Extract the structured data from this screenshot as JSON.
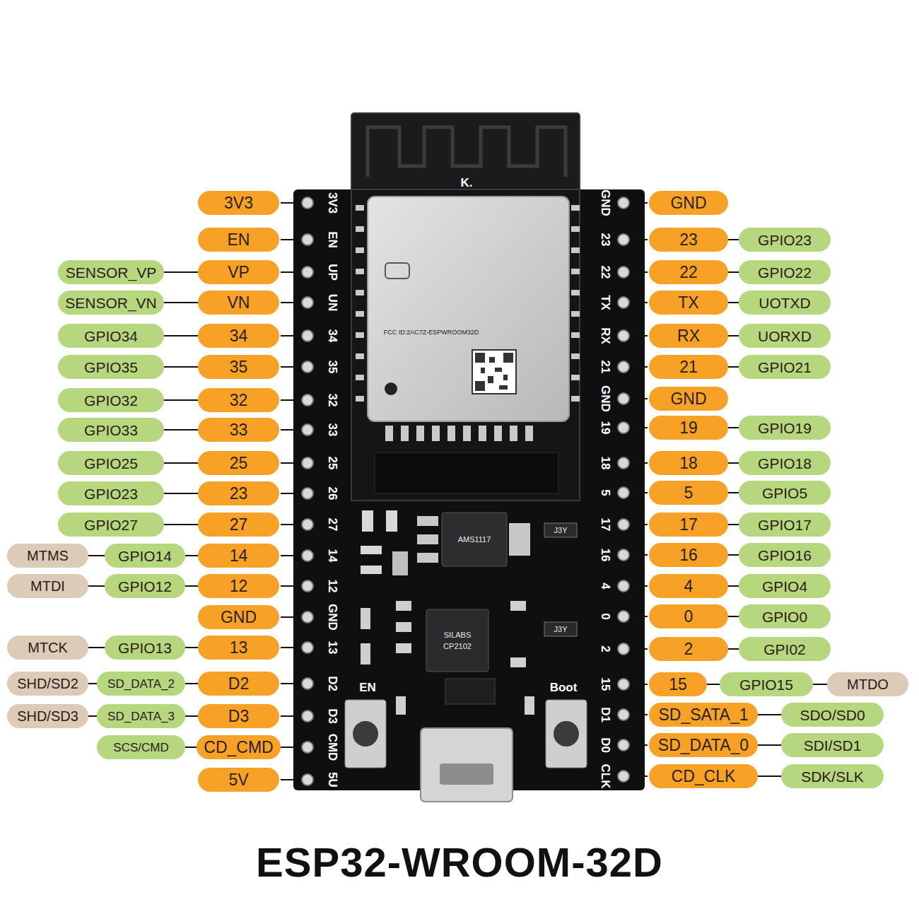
{
  "diagram": {
    "title": "ESP32-WROOM-32D",
    "nodes": [
      {
        "text": [
          "3V3"
        ]
      },
      {
        "text": [
          "EN"
        ]
      },
      {
        "text": [
          "SENSOR_VP"
        ]
      },
      {
        "text": [
          "VP"
        ]
      },
      {
        "text": [
          "SENSOR_VN"
        ]
      },
      {
        "text": [
          "VN"
        ]
      },
      {
        "text": [
          "GPIO34"
        ]
      },
      {
        "text": [
          "34"
        ]
      },
      {
        "text": [
          "GPIO35"
        ]
      },
      {
        "text": [
          "35"
        ]
      },
      {
        "text": [
          "GPIO32"
        ]
      },
      {
        "text": [
          "32"
        ]
      },
      {
        "text": [
          "GPIO33"
        ]
      },
      {
        "text": [
          "33"
        ]
      },
      {
        "text": [
          "GPIO25"
        ]
      },
      {
        "text": [
          "25"
        ]
      },
      {
        "text": [
          "GPIO23"
        ]
      },
      {
        "text": [
          "23"
        ]
      },
      {
        "text": [
          "GPIO27"
        ]
      },
      {
        "text": [
          "27"
        ]
      },
      {
        "text": [
          "MTMS"
        ]
      },
      {
        "text": [
          "GPIO14"
        ]
      },
      {
        "text": [
          "14"
        ]
      },
      {
        "text": [
          "MTDI"
        ]
      },
      {
        "text": [
          "GPIO12"
        ]
      },
      {
        "text": [
          "12"
        ]
      },
      {
        "text": [
          "GND"
        ]
      },
      {
        "text": [
          "MTCK"
        ]
      },
      {
        "text": [
          "GPIO13"
        ]
      },
      {
        "text": [
          "13"
        ]
      },
      {
        "text": [
          "SHD/SD2"
        ]
      },
      {
        "text": [
          "SD_DATA_2"
        ]
      },
      {
        "text": [
          "D2"
        ]
      },
      {
        "text": [
          "SHD/SD3"
        ]
      },
      {
        "text": [
          "SD_DATA_3"
        ]
      },
      {
        "text": [
          "D3"
        ]
      },
      {
        "text": [
          "SCS/CMD"
        ]
      },
      {
        "text": [
          "CD_CMD"
        ]
      },
      {
        "text": [
          "5V"
        ]
      },
      {
        "text": [
          "GND"
        ]
      },
      {
        "text": [
          "23"
        ]
      },
      {
        "text": [
          "GPIO23"
        ]
      },
      {
        "text": [
          "22"
        ]
      },
      {
        "text": [
          "GPIO22"
        ]
      },
      {
        "text": [
          "TX"
        ]
      },
      {
        "text": [
          "UOTXD"
        ]
      },
      {
        "text": [
          "RX"
        ]
      },
      {
        "text": [
          "UORXD"
        ]
      },
      {
        "text": [
          "21"
        ]
      },
      {
        "text": [
          "GPIO21"
        ]
      },
      {
        "text": [
          "GND"
        ]
      },
      {
        "text": [
          "19"
        ]
      },
      {
        "text": [
          "GPIO19"
        ]
      },
      {
        "text": [
          "18"
        ]
      },
      {
        "text": [
          "GPIO18"
        ]
      },
      {
        "text": [
          "5"
        ]
      },
      {
        "text": [
          "GPIO5"
        ]
      },
      {
        "text": [
          "17"
        ]
      },
      {
        "text": [
          "GPIO17"
        ]
      },
      {
        "text": [
          "16"
        ]
      },
      {
        "text": [
          "GPIO16"
        ]
      },
      {
        "text": [
          "4"
        ]
      },
      {
        "text": [
          "GPIO4"
        ]
      },
      {
        "text": [
          "0"
        ]
      },
      {
        "text": [
          "GPIO0"
        ]
      },
      {
        "text": [
          "2"
        ]
      },
      {
        "text": [
          "GPI02"
        ]
      },
      {
        "text": [
          "15"
        ]
      },
      {
        "text": [
          "GPIO15"
        ]
      },
      {
        "text": [
          "MTDO"
        ]
      },
      {
        "text": [
          "SD_SATA_1"
        ]
      },
      {
        "text": [
          "SDO/SD0"
        ]
      },
      {
        "text": [
          "SD_DATA_0"
        ]
      },
      {
        "text": [
          "SDI/SD1"
        ]
      },
      {
        "text": [
          "CD_CLK"
        ]
      },
      {
        "text": [
          "SDK/SLK"
        ]
      }
    ],
    "edges": [
      {
        "from": 2,
        "to": 3,
        "arrow": "none"
      },
      {
        "from": 4,
        "to": 5,
        "arrow": "none"
      },
      {
        "from": 6,
        "to": 7,
        "arrow": "none"
      },
      {
        "from": 8,
        "to": 9,
        "arrow": "none"
      },
      {
        "from": 10,
        "to": 11,
        "arrow": "none"
      },
      {
        "from": 12,
        "to": 13,
        "arrow": "none"
      },
      {
        "from": 14,
        "to": 15,
        "arrow": "none"
      },
      {
        "from": 16,
        "to": 17,
        "arrow": "none"
      },
      {
        "from": 18,
        "to": 19,
        "arrow": "none"
      },
      {
        "from": 20,
        "to": 21,
        "arrow": "none"
      },
      {
        "from": 21,
        "to": 22,
        "arrow": "none"
      },
      {
        "from": 23,
        "to": 24,
        "arrow": "none"
      },
      {
        "from": 24,
        "to": 25,
        "arrow": "none"
      },
      {
        "from": 27,
        "to": 28,
        "arrow": "none"
      },
      {
        "from": 28,
        "to": 29,
        "arrow": "none"
      },
      {
        "from": 30,
        "to": 31,
        "arrow": "none"
      },
      {
        "from": 31,
        "to": 32,
        "arrow": "none"
      },
      {
        "from": 33,
        "to": 34,
        "arrow": "none"
      },
      {
        "from": 34,
        "to": 35,
        "arrow": "none"
      },
      {
        "from": 36,
        "to": 37,
        "arrow": "none"
      },
      {
        "from": 40,
        "to": 41,
        "arrow": "none"
      },
      {
        "from": 42,
        "to": 43,
        "arrow": "none"
      },
      {
        "from": 44,
        "to": 45,
        "arrow": "none"
      },
      {
        "from": 46,
        "to": 47,
        "arrow": "none"
      },
      {
        "from": 48,
        "to": 49,
        "arrow": "none"
      },
      {
        "from": 51,
        "to": 52,
        "arrow": "none"
      },
      {
        "from": 53,
        "to": 54,
        "arrow": "none"
      },
      {
        "from": 55,
        "to": 56,
        "arrow": "none"
      },
      {
        "from": 57,
        "to": 58,
        "arrow": "none"
      },
      {
        "from": 59,
        "to": 60,
        "arrow": "none"
      },
      {
        "from": 61,
        "to": 62,
        "arrow": "none"
      },
      {
        "from": 63,
        "to": 64,
        "arrow": "none"
      },
      {
        "from": 65,
        "to": 66,
        "arrow": "none"
      },
      {
        "from": 67,
        "to": 68,
        "arrow": "none"
      },
      {
        "from": 68,
        "to": 69,
        "arrow": "none"
      },
      {
        "from": 70,
        "to": 71,
        "arrow": "none"
      },
      {
        "from": 72,
        "to": 73,
        "arrow": "none"
      },
      {
        "from": 74,
        "to": 75,
        "arrow": "none"
      }
    ],
    "labels": [
      "3V3",
      "EN",
      "UP",
      "UN",
      "34",
      "35",
      "32",
      "33",
      "25",
      "26",
      "27",
      "14",
      "12",
      "GND",
      "13",
      "D2",
      "D3",
      "CMD",
      "5U",
      "GND",
      "23",
      "22",
      "TX",
      "RX",
      "21",
      "GND",
      "19",
      "18",
      "5",
      "17",
      "16",
      "4",
      "0",
      "2",
      "15",
      "D1",
      "D0",
      "CLK",
      "EN",
      "Boot",
      "AMS1117",
      "SILABS",
      "CP2102",
      "J3Y",
      "J3Y",
      "K.",
      "FCC ID:2AC7Z-ESPWROOM32D"
    ]
  }
}
